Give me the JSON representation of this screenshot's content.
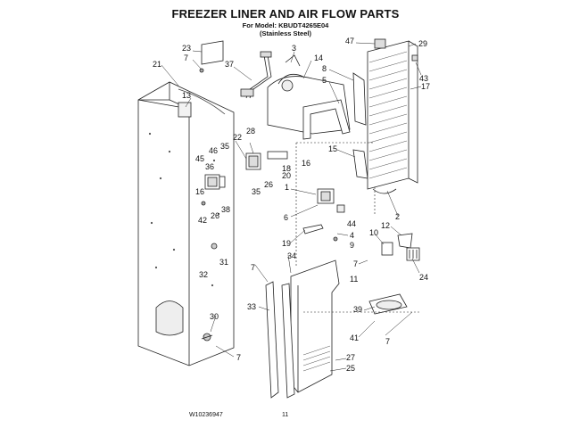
{
  "header": {
    "title": "FREEZER LINER AND AIR FLOW PARTS",
    "model_line": "For Model: KBUDT4265E04",
    "finish_line": "(Stainless Steel)"
  },
  "footer": {
    "doc_number": "W10236947",
    "page_number": "11"
  },
  "callouts": [
    "23",
    "7",
    "21",
    "37",
    "13",
    "3",
    "14",
    "8",
    "5",
    "47",
    "29",
    "43",
    "17",
    "28",
    "22",
    "35",
    "46",
    "36",
    "45",
    "16",
    "26",
    "42",
    "38",
    "18",
    "16",
    "20",
    "26",
    "35",
    "15",
    "1",
    "6",
    "44",
    "4",
    "9",
    "19",
    "2",
    "10",
    "12",
    "7",
    "11",
    "24",
    "34",
    "7",
    "31",
    "32",
    "33",
    "30",
    "7",
    "39",
    "41",
    "7",
    "27",
    "25"
  ]
}
